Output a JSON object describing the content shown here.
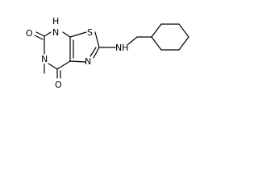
{
  "molecule": {
    "atoms": {
      "o_top": "O",
      "nh_ring": "H",
      "nh_ring_n": "N",
      "s_ring": "S",
      "nh_side": "NH",
      "n_methyl": "N",
      "n_thiazole": "N",
      "o_bottom": "O"
    }
  }
}
